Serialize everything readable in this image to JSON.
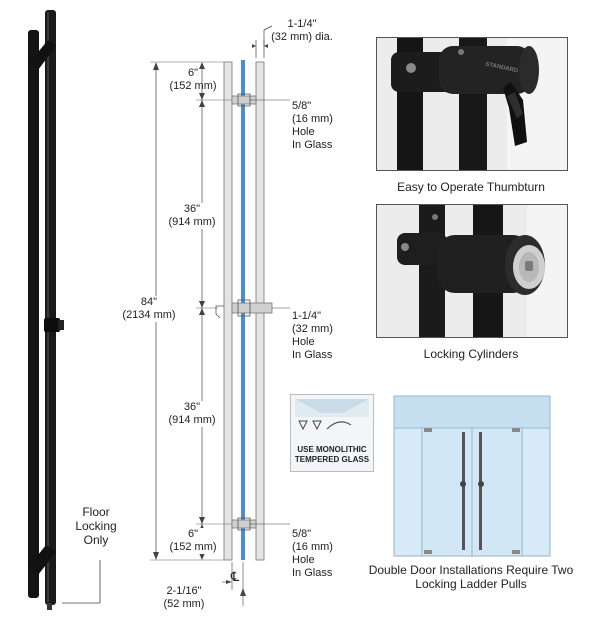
{
  "left_panel": {
    "floor_lock_label": [
      "Floor",
      "Locking",
      "Only"
    ]
  },
  "drawing": {
    "top_dia_label": [
      "1-1/4\"",
      "(32 mm) dia."
    ],
    "offset_top": [
      "6\"",
      "(152 mm)"
    ],
    "span_upper": [
      "36\"",
      "(914 mm)"
    ],
    "overall": [
      "84\"",
      "(2134 mm)"
    ],
    "span_lower": [
      "36\"",
      "(914 mm)"
    ],
    "offset_bottom": [
      "6\"",
      "(152 mm)"
    ],
    "hole_top": [
      "5/8\"",
      "(16 mm)",
      "Hole",
      "In Glass"
    ],
    "hole_mid": [
      "1-1/4\"",
      "(32 mm)",
      "Hole",
      "In Glass"
    ],
    "hole_bottom": [
      "5/8\"",
      "(16 mm)",
      "Hole",
      "In Glass"
    ],
    "projection": [
      "2-1/16\"",
      "(52 mm)"
    ],
    "centerline_symbol": "℄"
  },
  "photos": {
    "thumbturn_caption": "Easy to Operate Thumbturn",
    "cylinder_caption": "Locking Cylinders",
    "engraving": "STANDARD"
  },
  "glass_badge": {
    "line1": "USE MONOLITHIC",
    "line2": "TEMPERED GLASS"
  },
  "door_caption": [
    "Double Door Installations Require Two",
    "Locking Ladder Pulls"
  ],
  "colors": {
    "pull_black": "#141414",
    "glass_blue": "#4a8fd6",
    "steel": "#d9d9d9",
    "door_glass": "#cfe6f5"
  }
}
